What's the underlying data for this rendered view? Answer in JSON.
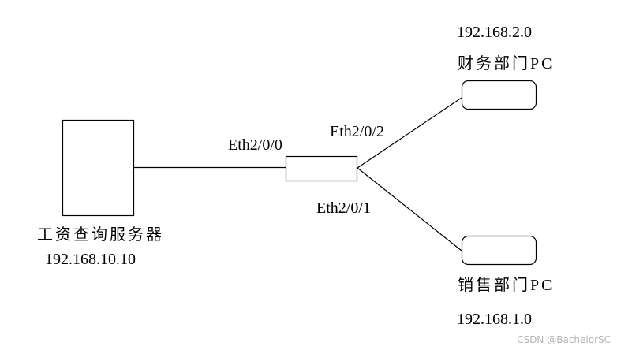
{
  "server": {
    "name": "工资查询服务器",
    "ip": "192.168.10.10"
  },
  "router": {
    "ports": {
      "eth0": "Eth2/0/0",
      "eth2": "Eth2/0/2",
      "eth1": "Eth2/0/1"
    }
  },
  "finance_pc": {
    "name": "财务部门PC",
    "network": "192.168.2.0"
  },
  "sales_pc": {
    "name": "销售部门PC",
    "network": "192.168.1.0"
  },
  "watermark": "CSDN @BachelorSC",
  "colors": {
    "stroke": "#000000",
    "background": "#ffffff",
    "watermark": "#b4b4b4"
  }
}
